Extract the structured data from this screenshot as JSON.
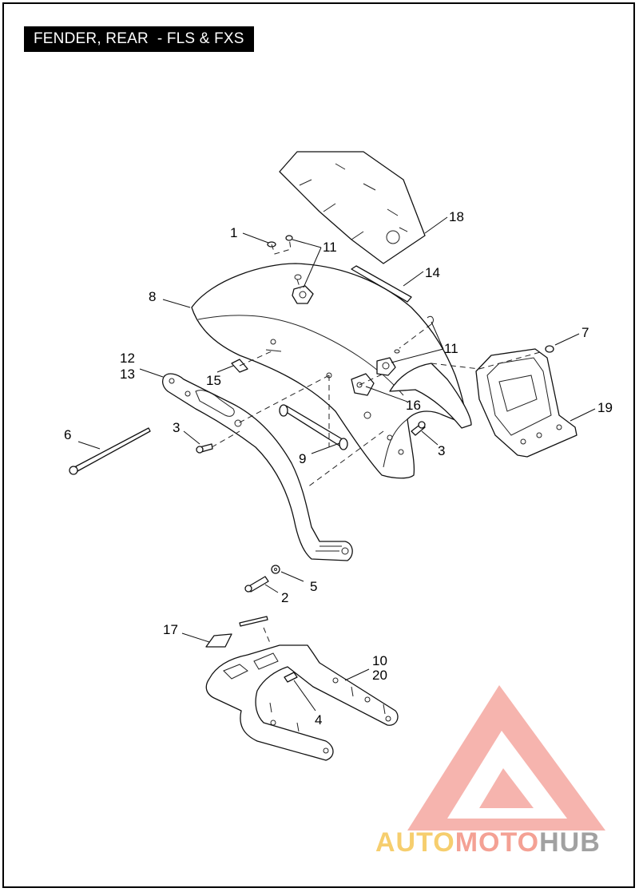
{
  "title": "FENDER, REAR  - FLS & FXS",
  "callouts": [
    "1",
    "11",
    "18",
    "14",
    "8",
    "7",
    "11",
    "12",
    "13",
    "15",
    "16",
    "19",
    "3",
    "3",
    "6",
    "9",
    "5",
    "2",
    "17",
    "10",
    "20",
    "4"
  ],
  "watermark": {
    "part1": "AUTO",
    "part2": "MOTO",
    "part3": "HUB",
    "colors": {
      "auto": "#f5c24a",
      "moto": "#f28a7a",
      "hub": "#8a8a8a",
      "logo": "#f4a29a"
    }
  }
}
